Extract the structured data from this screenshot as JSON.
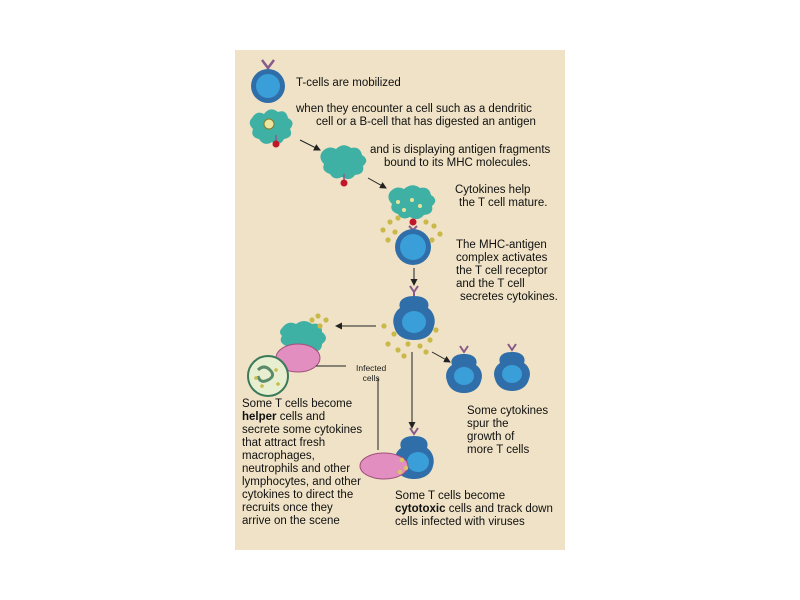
{
  "background_color": "#efe2c6",
  "colors": {
    "tcell_outer": "#2f6ea8",
    "tcell_inner": "#3a9ed8",
    "dendritic": "#3fb0a4",
    "receptor": "#8a5a8a",
    "mhc": "#c0182a",
    "cytokine": "#c9b94a",
    "infected": "#e38ec0"
  },
  "steps": {
    "mobilized": "T-cells are mobilized",
    "encounter_1": "when they encounter a cell such as a dendritic",
    "encounter_2": "cell or a B-cell that has digested an antigen",
    "display_1": "and is displaying antigen fragments",
    "display_2": "bound to its MHC molecules.",
    "cytokines_1": "Cytokines help",
    "cytokines_2": "the T cell mature.",
    "mhc_1": "The MHC-antigen",
    "mhc_2": "complex activates",
    "mhc_3": "the T cell receptor",
    "mhc_4": "and the T cell",
    "mhc_5": "secretes cytokines."
  },
  "infected_label_1": "Infected",
  "infected_label_2": "cells",
  "helper": {
    "l1": "Some T cells become",
    "l2_bold": "helper",
    "l2_rest": " cells and",
    "l3": "secrete some cytokines",
    "l4": "that attract fresh",
    "l5": "macrophages,",
    "l6": "neutrophils and other",
    "l7": "lymphocytes, and other",
    "l8": "cytokines to direct the",
    "l9": "recruits once they",
    "l10": "arrive on the scene"
  },
  "growth": {
    "l1": "Some cytokines",
    "l2": "spur the",
    "l3": "growth of",
    "l4": "more T cells"
  },
  "cytotoxic": {
    "l1": "Some T cells become",
    "l2_bold": "cytotoxic",
    "l2_rest": " cells and track down",
    "l3": "cells infected with viruses"
  }
}
